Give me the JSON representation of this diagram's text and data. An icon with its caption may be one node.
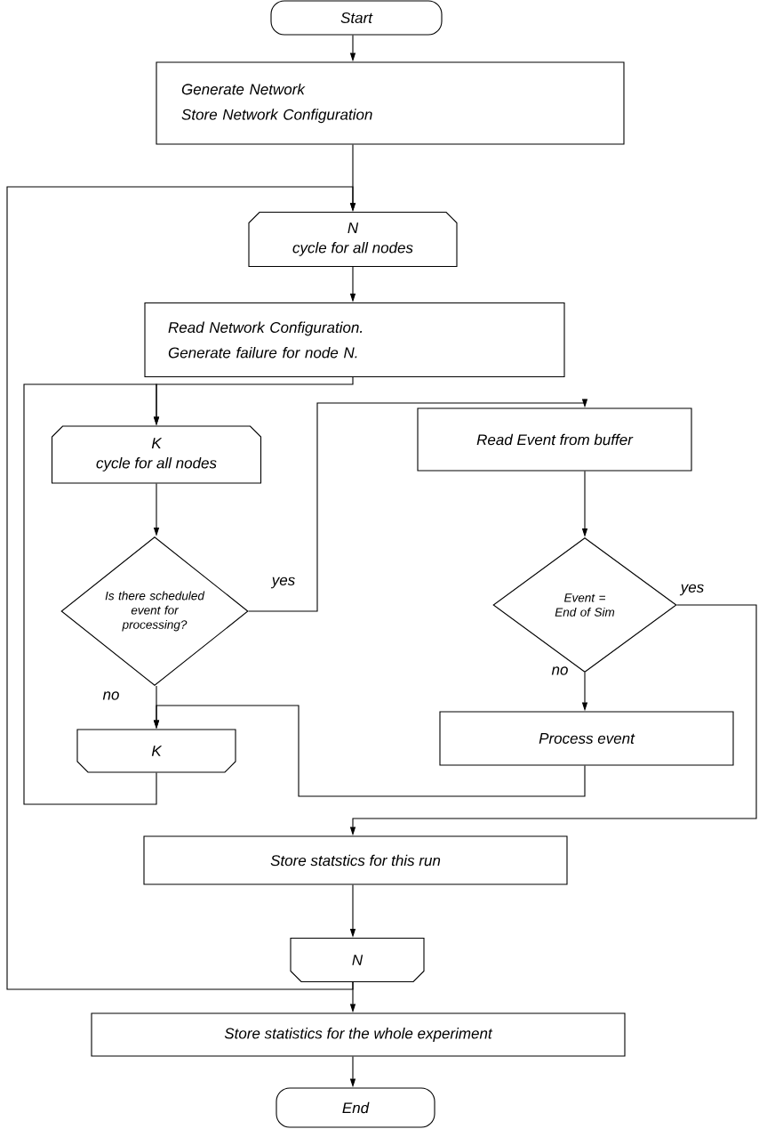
{
  "diagram": {
    "nodes": [
      {
        "text": [
          "Start"
        ]
      },
      {
        "text": [
          "Generate Network",
          "Store Network Configuration"
        ]
      },
      {
        "text": [
          "N",
          "cycle for all nodes"
        ]
      },
      {
        "text": [
          "Read Network Configuration.",
          "Generate failure for node N."
        ]
      },
      {
        "text": [
          "K",
          "cycle for all nodes"
        ]
      },
      {
        "text": [
          "Is there scheduled event for processing?"
        ]
      },
      {
        "text": [
          "K"
        ]
      },
      {
        "text": [
          "Read Event from buffer"
        ]
      },
      {
        "text": [
          "Event = End of Sim"
        ]
      },
      {
        "text": [
          "Process event"
        ]
      },
      {
        "text": [
          "Store statstics for this run"
        ]
      },
      {
        "text": [
          "N"
        ]
      },
      {
        "text": [
          "Store statistics for the whole experiment"
        ]
      },
      {
        "text": [
          "End"
        ]
      }
    ],
    "edges": [
      {
        "from": 0,
        "to": 1,
        "arrow": "to"
      },
      {
        "from": 1,
        "to": 2,
        "arrow": "to"
      },
      {
        "from": 2,
        "to": 3,
        "arrow": "to"
      },
      {
        "from": 3,
        "to": 4,
        "arrow": "to"
      },
      {
        "from": 4,
        "to": 5,
        "arrow": "to"
      },
      {
        "from": 5,
        "to": 7,
        "arrow": "to",
        "label": "yes"
      },
      {
        "from": 5,
        "to": 6,
        "arrow": "to",
        "label": "no"
      },
      {
        "from": 6,
        "to": 4,
        "arrow": "to"
      },
      {
        "from": 7,
        "to": 8,
        "arrow": "to"
      },
      {
        "from": 8,
        "to": 9,
        "arrow": "to",
        "label": "no"
      },
      {
        "from": 8,
        "to": 10,
        "arrow": "to",
        "label": "yes"
      },
      {
        "from": 9,
        "to": 6,
        "arrow": "to"
      },
      {
        "from": 10,
        "to": 11,
        "arrow": "to"
      },
      {
        "from": 11,
        "to": 2,
        "arrow": "to"
      },
      {
        "from": 11,
        "to": 12,
        "arrow": "to"
      },
      {
        "from": 12,
        "to": 13,
        "arrow": "to"
      }
    ]
  }
}
